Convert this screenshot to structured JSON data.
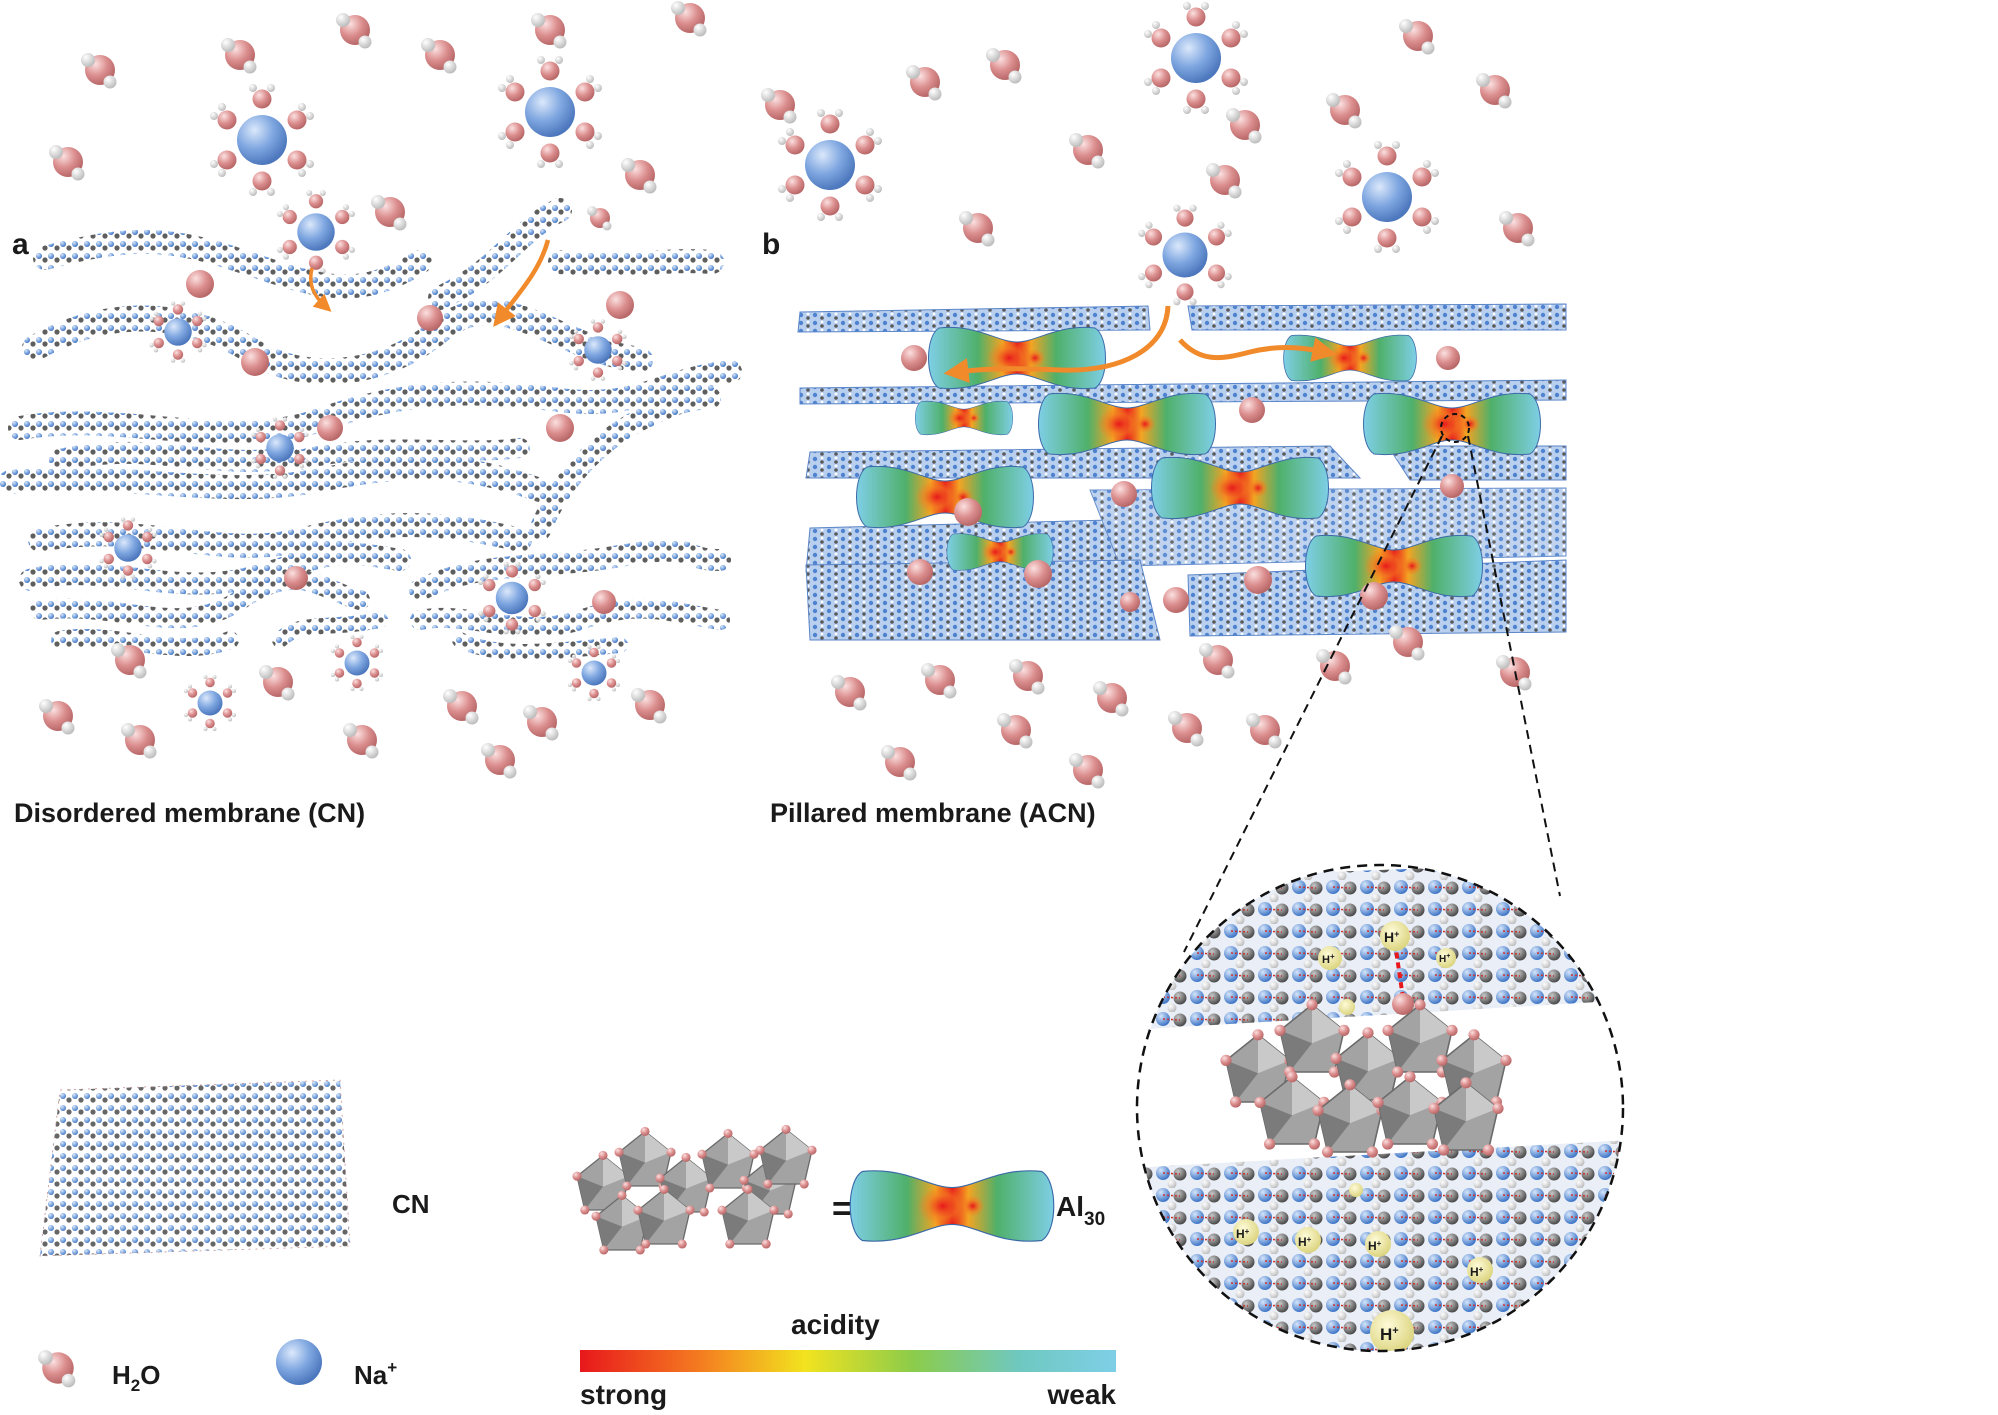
{
  "panels": {
    "a": {
      "letter": "a",
      "caption": "Disordered membrane (CN)"
    },
    "b": {
      "letter": "b",
      "caption": "Pillared membrane (ACN)"
    }
  },
  "legend": {
    "cn_label": "CN",
    "water_label": "H",
    "water_sub": "2",
    "water_tail": "O",
    "sodium_label": "Na",
    "sodium_sup": "+",
    "al_equals": "=",
    "al_label": "Al",
    "al_sub": "30"
  },
  "colorbar": {
    "title": "acidity",
    "low_label": "strong",
    "high_label": "weak",
    "colors": [
      "#e8181c",
      "#f47a20",
      "#f2e31f",
      "#8ccc4a",
      "#6fc8c0",
      "#7ecfe6"
    ]
  },
  "inset": {
    "proton_label": "H",
    "proton_sup": "+"
  },
  "colors": {
    "water_oxygen": "#d98a8a",
    "water_hydrogen": "#f2f2f2",
    "sodium": "#6f9bd8",
    "arrow": "#f08a2a",
    "sheet": "#5b8fd6",
    "octahedron": "#9a9a9a"
  }
}
